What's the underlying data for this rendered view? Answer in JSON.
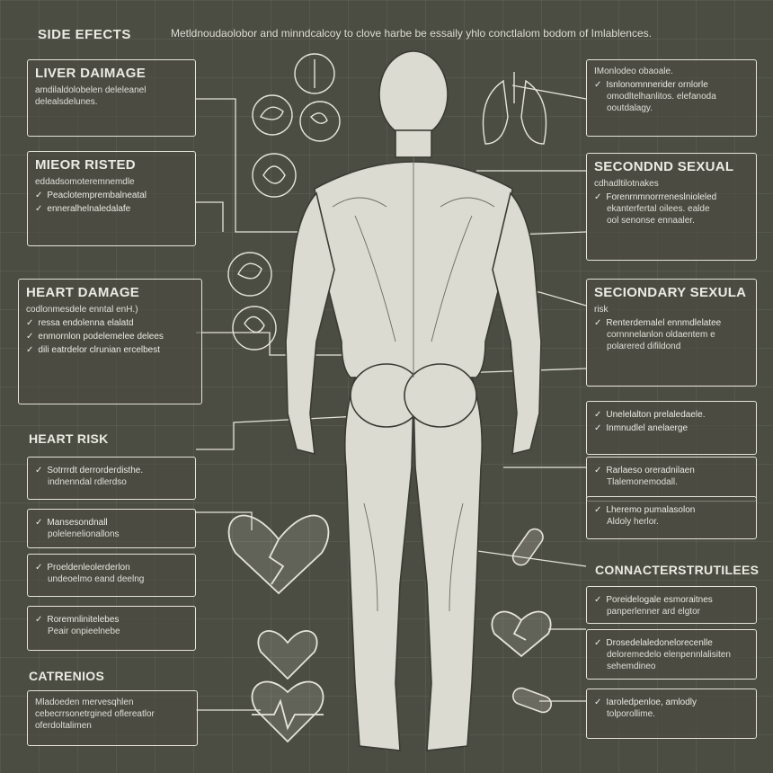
{
  "header": {
    "title": "SIDE EFECTS",
    "subtitle": "Metldnoudaolobor and minndcalcoy to clove harbe be essaily yhlo conctlalom bodom of Imlablences."
  },
  "left_panels": [
    {
      "title": "LIVER DAIMAGE",
      "lines": [
        "amdilaldolobelen deleleanel",
        "delealsdelunes."
      ],
      "items": []
    },
    {
      "title": "MIEOR RISTED",
      "lines": [
        "eddadsomoteremnemdle"
      ],
      "items": [
        "Peaclotemprembalneatal",
        "enneralhelnaledalafe"
      ]
    },
    {
      "title": "HEART DAMAGE",
      "lines": [
        "codlonmesdele enntal enH.)"
      ],
      "items": [
        "ressa endolenna elalatd",
        "enmornlon podelemelee delees",
        "dili eatrdelor clrunian ercelbest"
      ]
    },
    {
      "title": "HEART RISK",
      "lines": [],
      "items": [
        "Sotrrrdt derrorderdisthe.",
        "Mansesondnall",
        "Proeldenleolerderlon",
        "Roremnlinitelebes"
      ],
      "extra": [
        "indnenndal rdlerdso",
        "polelenelionallons",
        "undeoelmo eand deelng",
        "Peair onpieelnebe"
      ]
    },
    {
      "title": "CATRENIOS",
      "lines": [
        "Mladoeden mervesqhlen",
        "cebecrrsonetrgined oflereatlor",
        "oferdoltalimen"
      ],
      "items": []
    }
  ],
  "right_panels": [
    {
      "title": "",
      "lines": [
        "IMonlodeo obaoale."
      ],
      "items": [
        "Isnlonomnnerider ornlorle",
        "omodltelhanlitos. elefanoda",
        "ooutdalagy."
      ]
    },
    {
      "title": "SECONDND SEXUAL",
      "lines": [
        "cdhadltilotnakes"
      ],
      "items": [
        "Forenrnmnorrreneslnioleled",
        "ekanterfertal oilees. ealde",
        "ool senonse ennaaler."
      ]
    },
    {
      "title": "SECIONDARY SEXULA",
      "lines": [
        "risk"
      ],
      "items": [
        "Renterdemalel ennmdlelatee",
        "cornnnelanlon oldaentem e",
        "polarered difildond"
      ]
    },
    {
      "title": "",
      "lines": [],
      "items": [
        "Unelelalton prelaledaele.",
        "Inmnudlel anelaerge",
        "Rarlaeso oreradnilaen",
        "Tlalemonemodall.",
        "Lheremo pumalasolon",
        "Aldoly herlor."
      ]
    },
    {
      "title": "CONNACTERSTRUTILEES",
      "lines": [],
      "items": [
        "Poreidelogale esmoraitnes",
        "Drosedelaledonelorecenlle",
        "Iaroledpenloe, amlodly"
      ],
      "extra": [
        "panperlenner ard elgtor",
        "deloremedelo elenpennlalisiten",
        "sehemdineo",
        "tolporollime."
      ]
    }
  ]
}
